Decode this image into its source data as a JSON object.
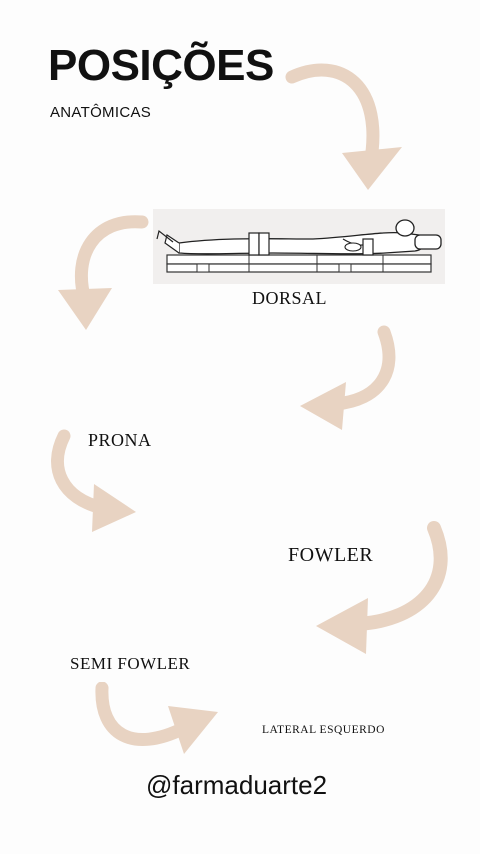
{
  "title": "POSIÇÕES",
  "subtitle": "ANATÔMICAS",
  "positions": {
    "dorsal": "DORSAL",
    "prona": "PRONA",
    "fowler": "FOWLER",
    "semi_fowler": "SEMI FOWLER",
    "lateral_esquerdo": "LATERAL ESQUERDO"
  },
  "handle": "@farmaduarte2",
  "colors": {
    "arrow": "#e8d3c2",
    "text": "#111111"
  }
}
